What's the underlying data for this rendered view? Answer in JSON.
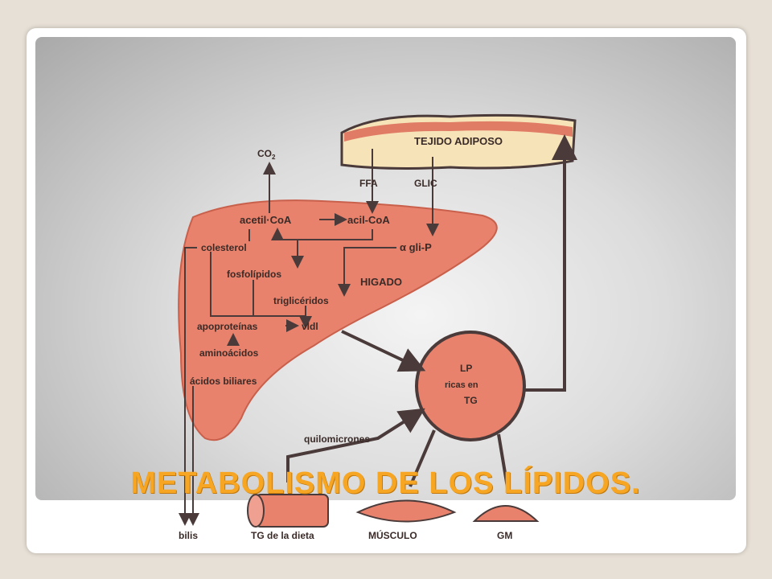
{
  "slide": {
    "title": "METABOLISMO DE LOS LÍPIDOS."
  },
  "diagram": {
    "labels": {
      "co2": "CO",
      "co2_sub": "2",
      "tejido_adiposo": "TEJIDO ADIPOSO",
      "ffa": "FFA",
      "glic": "GLIC",
      "acetil_coa": "acetil·CoA",
      "acil_coa": "acil-CoA",
      "alpha_gli_p": "α gli-P",
      "colesterol": "colesterol",
      "fosfolipidos": "fosfolípidos",
      "higado": "HIGADO",
      "trigliceridos": "triglicéridos",
      "apoproteinas": "apoproteínas",
      "vldl": "vldl",
      "aminoacidos": "aminoácidos",
      "acidos_biliares": "ácidos biliares",
      "lp": "LP",
      "ricas_en": "ricas en",
      "tg": "TG",
      "quilomicrones": "quilomicrones",
      "bilis": "bilis",
      "tg_dieta": "TG de la dieta",
      "musculo": "MÚSCULO",
      "gm": "GM"
    },
    "colors": {
      "tissue": "#e8826c",
      "tissue_dark": "#c9604c",
      "line": "#4a3b3a",
      "adipose_fill": "#f7e3b8",
      "adipose_band": "#e07b66",
      "title": "#f6a623"
    }
  }
}
